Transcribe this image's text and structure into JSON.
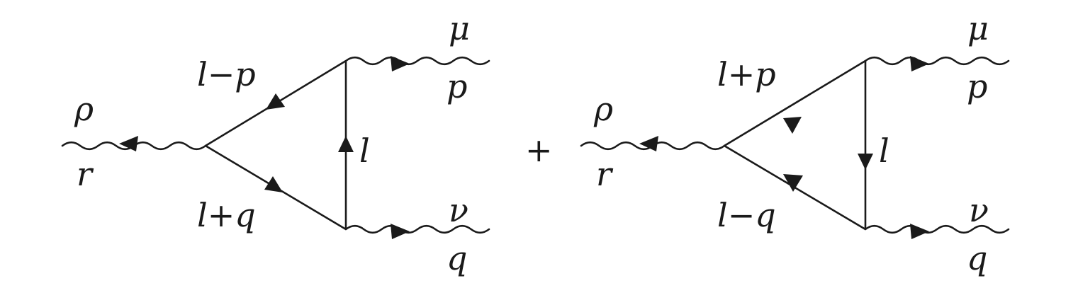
{
  "diagrams": [
    {
      "external": {
        "left_index": "ρ",
        "left_momentum": "r",
        "top_index": "μ",
        "top_momentum": "p",
        "bottom_index": "ν",
        "bottom_momentum": "q"
      },
      "internal": {
        "upper": "l−p",
        "lower": "l+q",
        "vertical": "l"
      }
    },
    {
      "external": {
        "left_index": "ρ",
        "left_momentum": "r",
        "top_index": "μ",
        "top_momentum": "p",
        "bottom_index": "ν",
        "bottom_momentum": "q"
      },
      "internal": {
        "upper": "l+p",
        "lower": "l−q",
        "vertical": "l"
      }
    }
  ],
  "operator": "+"
}
